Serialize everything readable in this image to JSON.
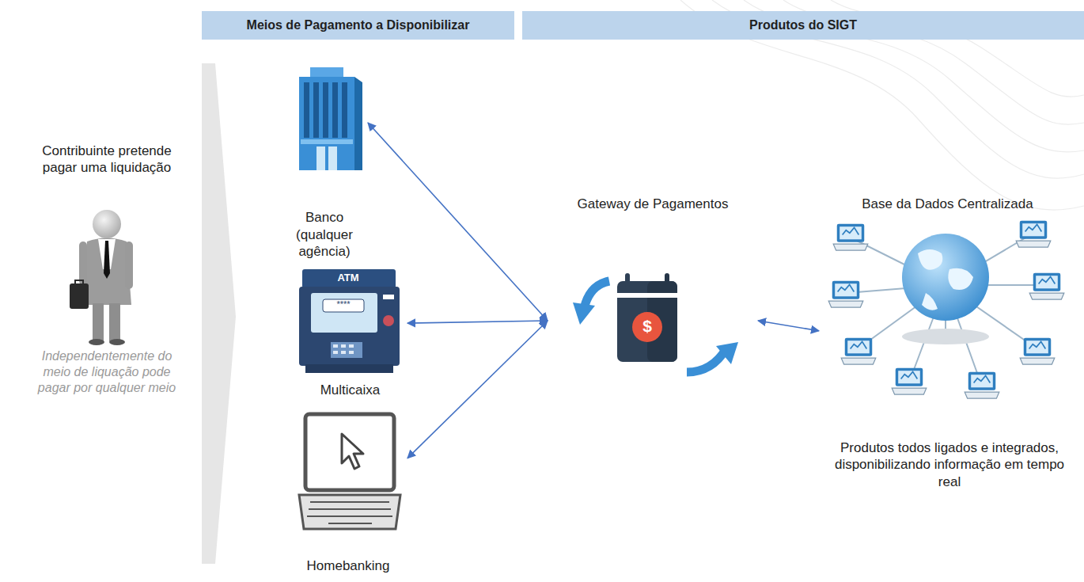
{
  "diagram": {
    "nodes": [
      {
        "text": [
          "Meios de Pagamento a Disponibilizar"
        ]
      },
      {
        "text": [
          "Produtos do SIGT"
        ]
      },
      {
        "text": [
          "Banco (qualquer agência)"
        ]
      },
      {
        "text": [
          "Multicaixa"
        ]
      },
      {
        "text": [
          "Homebanking"
        ]
      },
      {
        "text": [
          "Gateway de Pagamentos"
        ]
      },
      {
        "text": [
          "Base da Dados Centralizada"
        ]
      }
    ],
    "edges": [
      {
        "from": 5,
        "to": 2,
        "arrow": "both"
      },
      {
        "from": 5,
        "to": 3,
        "arrow": "both"
      },
      {
        "from": 5,
        "to": 4,
        "arrow": "both"
      },
      {
        "from": 5,
        "to": 6,
        "arrow": "both"
      }
    ],
    "labels": [
      "Contribuinte pretende pagar uma liquidação",
      "Independentemente do meio de liquação pode pagar por qualquer meio",
      "ATM",
      "****",
      "$",
      "Produtos todos ligados e integrados, disponibilizando informação em tempo real"
    ]
  }
}
